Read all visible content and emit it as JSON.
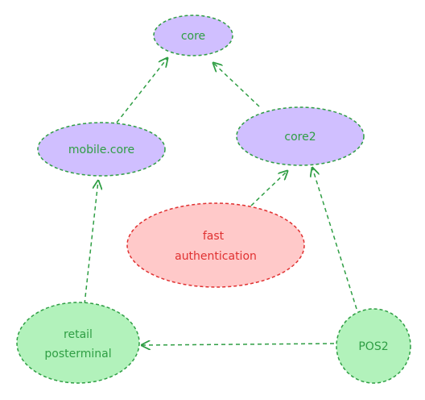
{
  "nodes": {
    "core": {
      "label": "core",
      "fill": "#d0bfff",
      "stroke": "#2f9e44",
      "text_color": "#2f9e44"
    },
    "mobile_core": {
      "label": "mobile.core",
      "fill": "#d0bfff",
      "stroke": "#2f9e44",
      "text_color": "#2f9e44"
    },
    "core2": {
      "label": "core2",
      "fill": "#d0bfff",
      "stroke": "#2f9e44",
      "text_color": "#2f9e44"
    },
    "fast_auth": {
      "label_line1": "fast",
      "label_line2": "authentication",
      "fill": "#ffc9c9",
      "stroke": "#e03131",
      "text_color": "#e03131"
    },
    "retail": {
      "label_line1": "retail",
      "label_line2": "posterminal",
      "fill": "#b2f2bb",
      "stroke": "#2f9e44",
      "text_color": "#2f9e44"
    },
    "pos2": {
      "label": "POS2",
      "fill": "#b2f2bb",
      "stroke": "#2f9e44",
      "text_color": "#2f9e44"
    }
  },
  "edge_color": "#2f9e44"
}
